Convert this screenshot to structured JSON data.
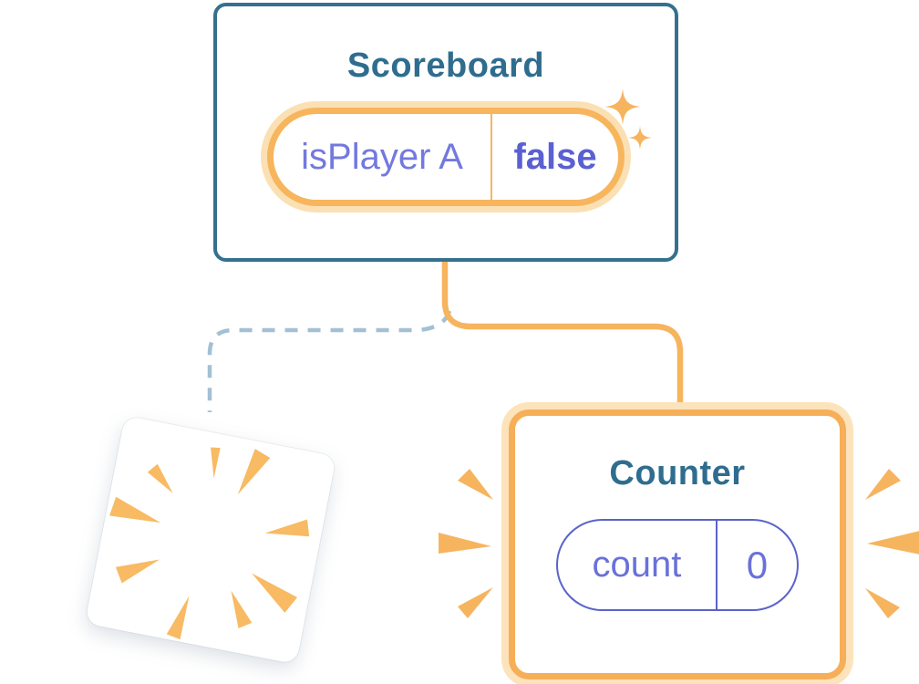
{
  "diagram": {
    "description": "React component tree state diagram",
    "colors": {
      "card_border_blue": "#35708e",
      "title_blue": "#2f6d8f",
      "accent_orange": "#f6b45f",
      "orange_glow": "#fbe0b4",
      "state_purple": "#5a63c9",
      "state_text_purple": "#6a71d9",
      "removed_connector_gray_blue": "#a3c0d4",
      "background": "#ffffff"
    }
  },
  "scoreboard": {
    "title": "Scoreboard",
    "state": {
      "key": "isPlayer A",
      "value": "false"
    },
    "icon": "sparkles-icon"
  },
  "counter": {
    "title": "Counter",
    "state": {
      "key": "count",
      "value": "0"
    },
    "icon": "emphasis-burst-marks"
  },
  "removed_component": {
    "icon": "poof-burst-icon",
    "meaning": "component removed / state destroyed"
  },
  "connectors": {
    "active": {
      "style": "solid",
      "color": "#f6b45f",
      "from": "Scoreboard",
      "to": "Counter"
    },
    "removed": {
      "style": "dashed",
      "color": "#a3c0d4",
      "from": "Scoreboard",
      "to": "removed component"
    }
  }
}
